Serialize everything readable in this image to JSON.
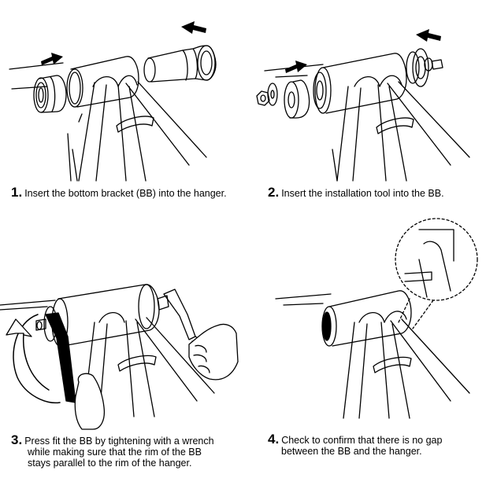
{
  "steps": [
    {
      "number": "1.",
      "text": "Insert the bottom bracket (BB) into the hanger."
    },
    {
      "number": "2.",
      "text": "Insert the installation tool into the BB."
    },
    {
      "number": "3.",
      "lines": [
        "Press fit the BB by tightening with a wrench",
        "while making sure that the rim of the BB",
        "stays parallel to the rim of the hanger."
      ]
    },
    {
      "number": "4.",
      "lines": [
        "Check to confirm that there is no gap",
        "between the BB and the hanger."
      ]
    }
  ],
  "colors": {
    "ink": "#000000",
    "paper": "#ffffff"
  }
}
